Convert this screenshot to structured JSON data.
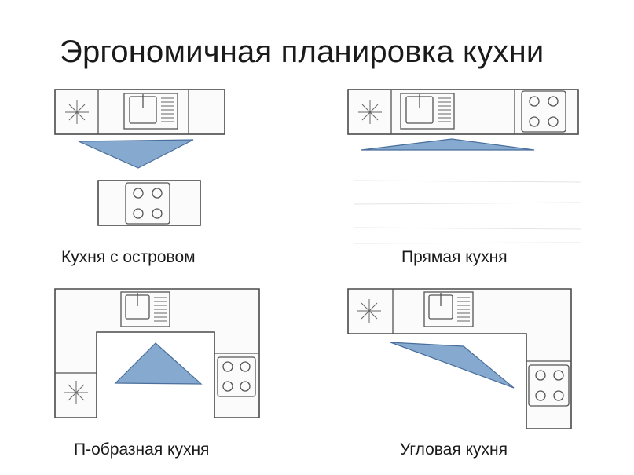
{
  "title": "Эргономичная планировка кухни",
  "layouts": [
    {
      "caption": "Кухня с островом"
    },
    {
      "caption": "Прямая кухня"
    },
    {
      "caption": "П-образная кухня"
    },
    {
      "caption": "Угловая кухня"
    }
  ],
  "colors": {
    "work_triangle": "#86a9cf",
    "outline": "#4a4a4a"
  },
  "icons": [
    "fridge-star-icon",
    "sink-icon",
    "stove-icon"
  ]
}
